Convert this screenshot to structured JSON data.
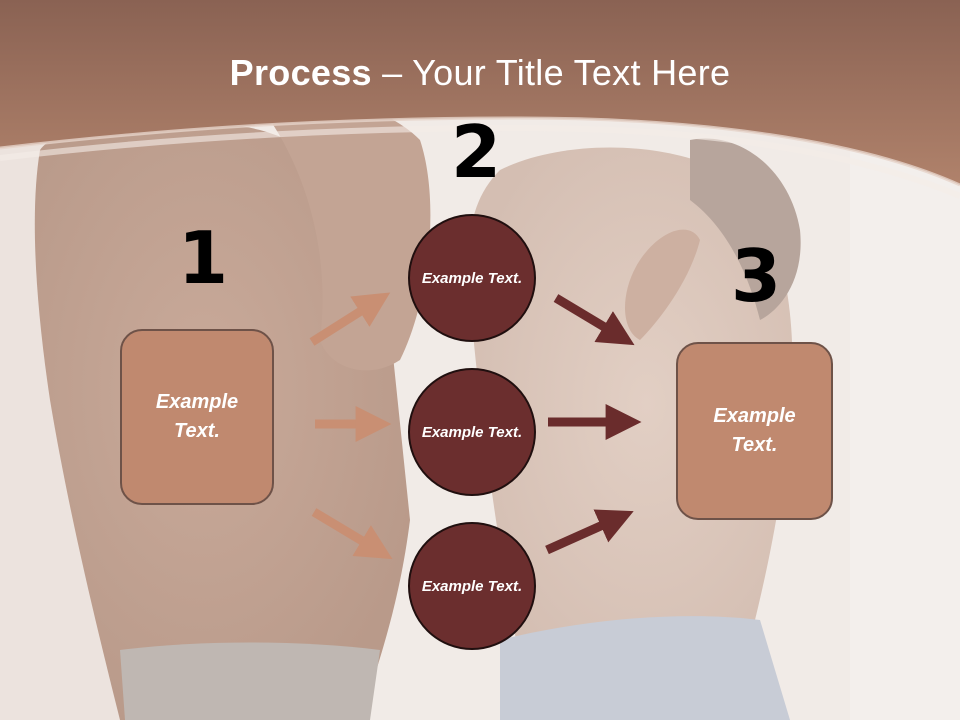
{
  "slide": {
    "title_bold": "Process",
    "title_rest": " – Your Title Text Here",
    "colors": {
      "banner": "#a97b65",
      "box_fill": "#c0896f",
      "circle_fill": "#6b2e2e",
      "light_arrow": "#c98f73",
      "dark_arrow": "#6a2c2c"
    }
  },
  "steps": {
    "one": "1",
    "two": "2",
    "three": "3"
  },
  "nodes": {
    "left_box": "Example Text.",
    "circle_top": "Example Text.",
    "circle_mid": "Example Text.",
    "circle_bottom": "Example Text.",
    "right_box": "Example Text."
  }
}
